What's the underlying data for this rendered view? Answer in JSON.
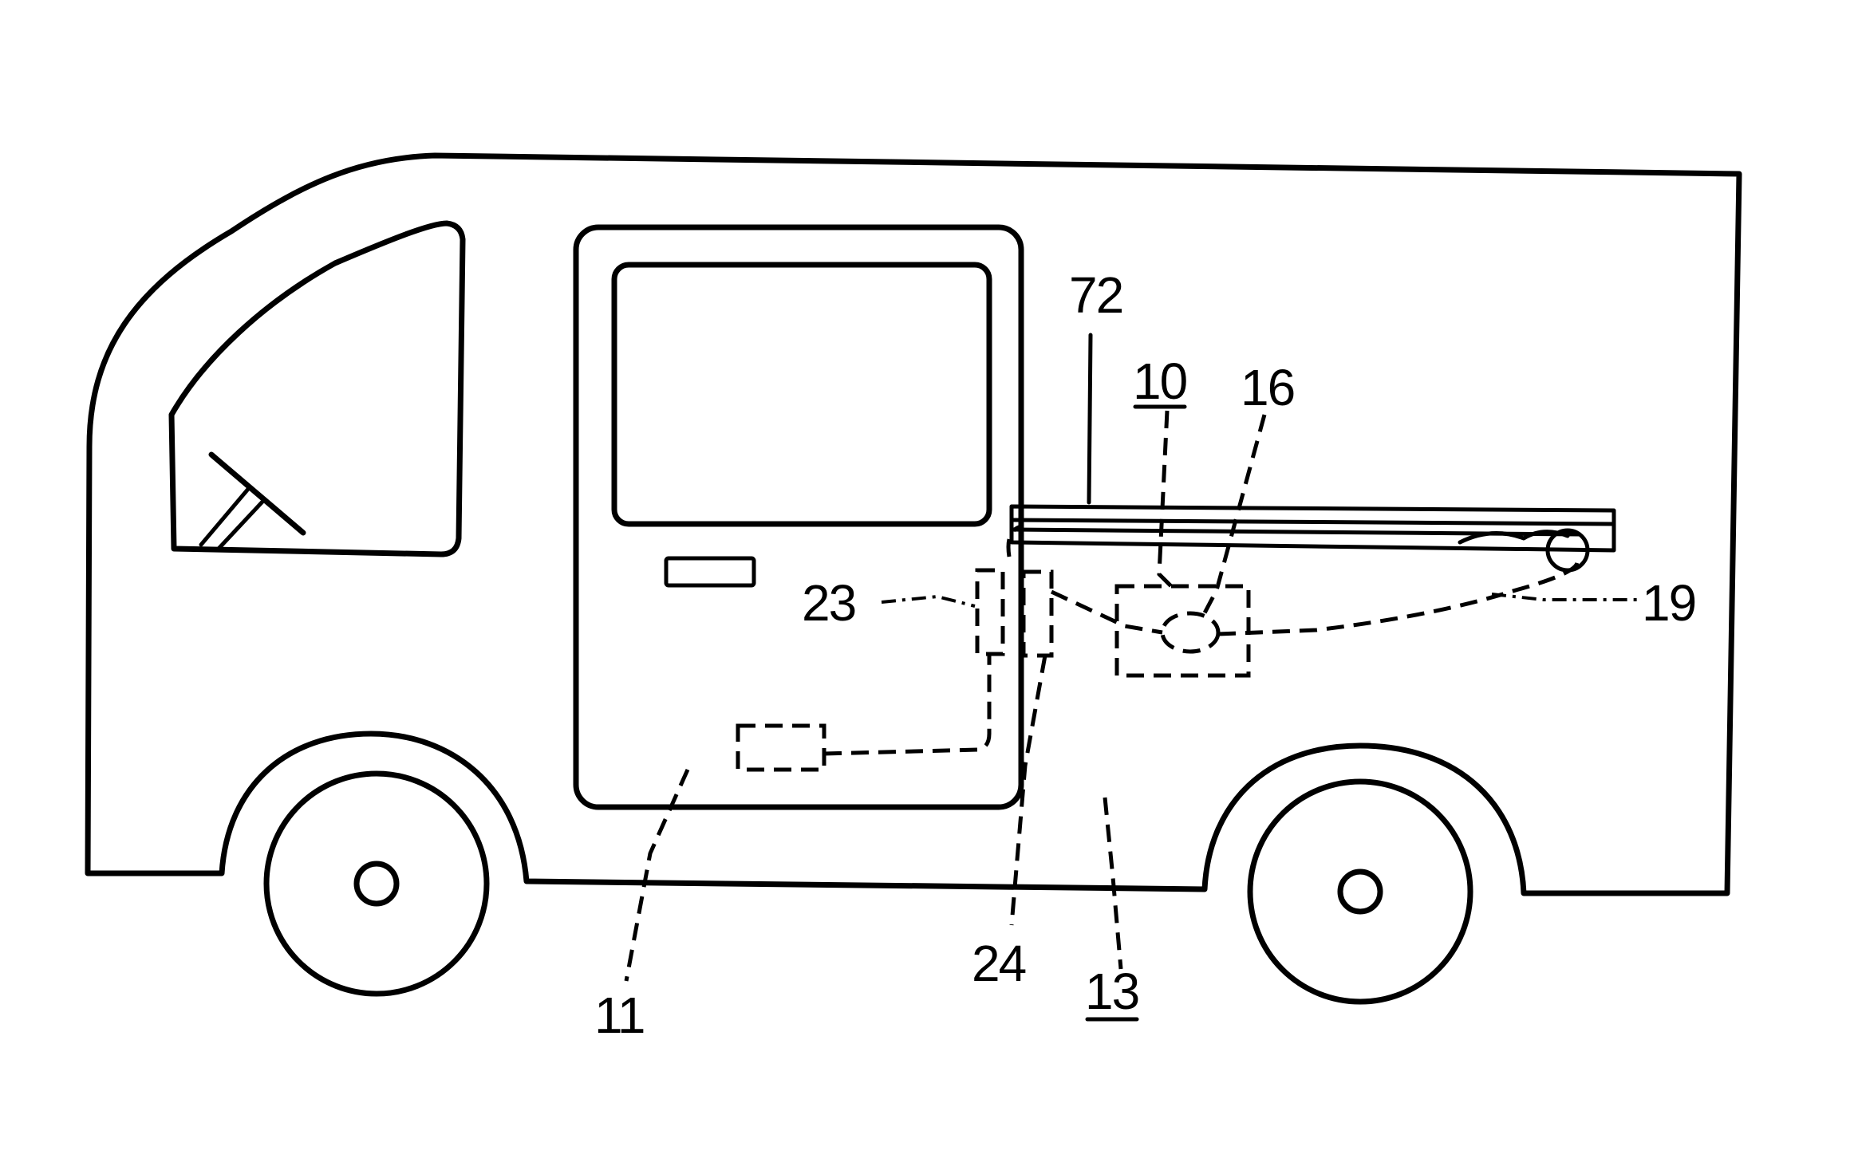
{
  "figure": {
    "labels": {
      "l72": "72",
      "l10": "10",
      "l16": "16",
      "l23": "23",
      "l19": "19",
      "l24": "24",
      "l11": "11",
      "l13": "13"
    }
  }
}
